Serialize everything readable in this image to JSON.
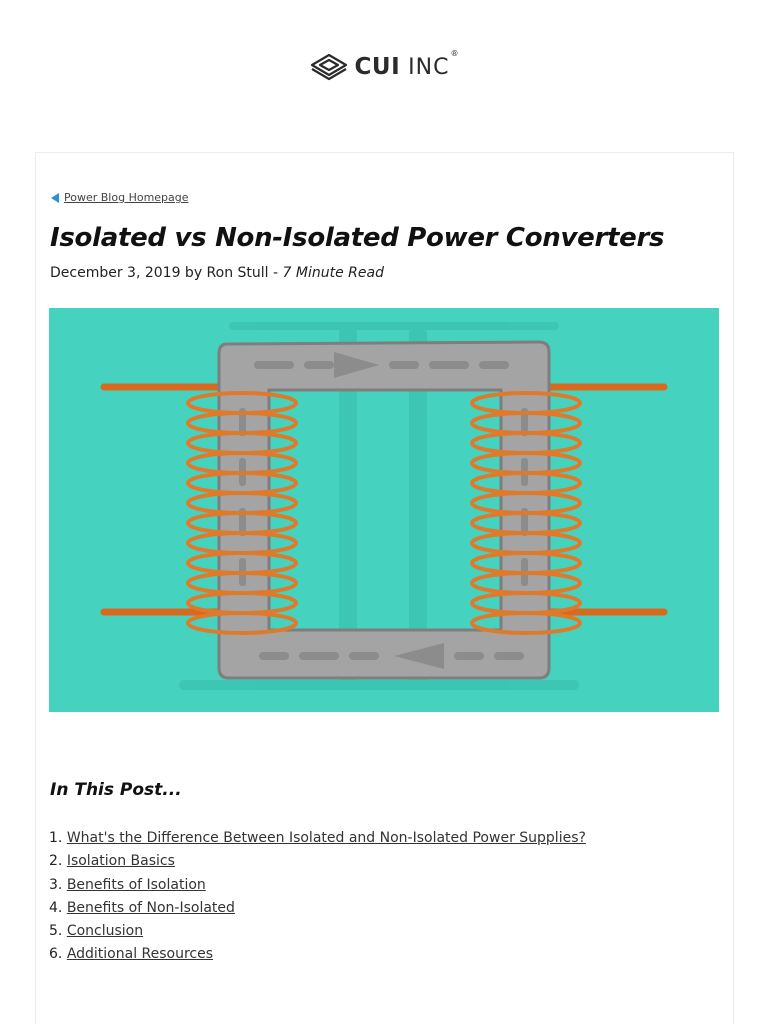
{
  "header": {
    "logo_bold": "CUI",
    "logo_light": "INC",
    "logo_reg": "®"
  },
  "article": {
    "back_link": "Power Blog Homepage",
    "title": "Isolated vs Non-Isolated Power Converters",
    "meta_prefix": "December 3, 2019 by Ron Stull - ",
    "meta_read_time": "7 Minute Read",
    "hero_image_icon": "transformer-illustration"
  },
  "toc": {
    "heading": "In This Post...",
    "items": [
      {
        "num": "1.",
        "label": "What's the Difference Between Isolated and Non-Isolated Power Supplies?"
      },
      {
        "num": "2.",
        "label": "Isolation Basics"
      },
      {
        "num": "3.",
        "label": "Benefits of Isolation"
      },
      {
        "num": "4.",
        "label": "Benefits of Non-Isolated"
      },
      {
        "num": "5.",
        "label": "Conclusion"
      },
      {
        "num": "6.",
        "label": "Additional Resources"
      }
    ]
  },
  "colors": {
    "hero_bg": "#45d3c0",
    "core": "#a9a9a9",
    "coil": "#e07a2a",
    "link_arrow": "#2c8fd6"
  }
}
